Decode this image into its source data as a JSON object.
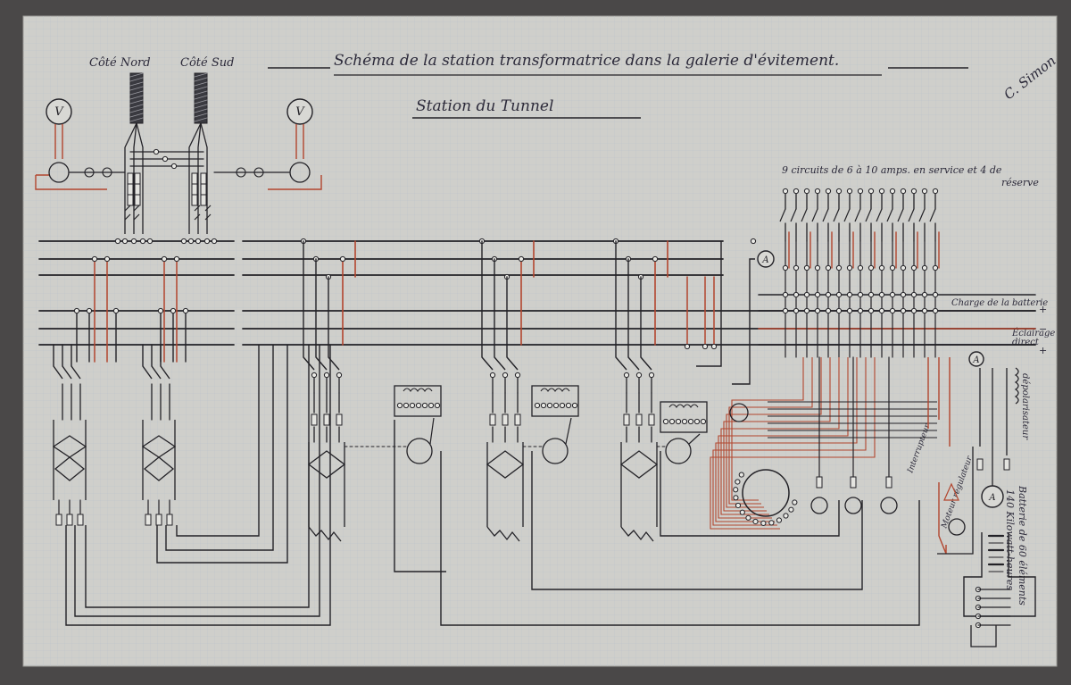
{
  "colors": {
    "background": "#4a4848",
    "paper": "#cfcfcb",
    "grid": "#bcc3cc",
    "ink": "#232227",
    "red": "#b2452e"
  },
  "labels": {
    "cote_nord": "Côté Nord",
    "cote_sud": "Côté Sud",
    "title_line1": "Schéma de la station transformatrice dans la galerie d'évitement.",
    "title_line2": "Station du Tunnel",
    "signature": "C. Simon",
    "circuits_note_1": "9 circuits de 6 à 10 amps. en service et 4 de",
    "circuits_note_2": "réserve",
    "charge_label_1": "Charge de la",
    "charge_label_2": "batterie",
    "eclairage_label_1": "Éclairage",
    "eclairage_label_2": "direct",
    "plus_sign": "+",
    "minus_sign": "−",
    "depolarisateur": "dépolarisateur",
    "voltmeter": "V",
    "ammeter": "A",
    "red_side_1": "Interrupteur",
    "red_side_2": "Moteur régulateur",
    "batterie_1": "Batterie de 60 éléments",
    "batterie_2": "140 Kilowatt-heures"
  },
  "icons": {
    "voltmeter": "voltmeter-icon",
    "ammeter": "ammeter-icon",
    "transformer": "transformer-icon",
    "fuse": "fuse-icon",
    "switch": "switch-icon",
    "resistor": "resistor-icon",
    "battery": "battery-icon"
  }
}
